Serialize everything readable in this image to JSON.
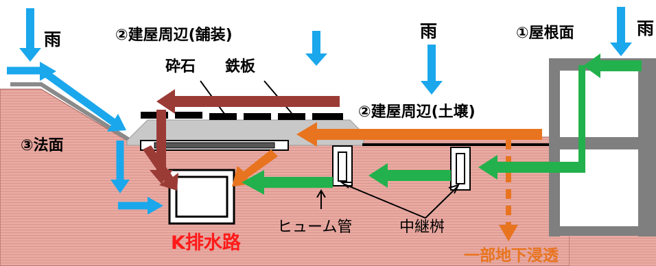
{
  "labels": {
    "rain_left": "雨",
    "rain_center": "雨",
    "rain_right": "雨",
    "roof_surface": "①屋根面",
    "building_perimeter_paved": "②建屋周辺(舗装)",
    "crushed_stone": "砕石",
    "steel_plate": "鉄板",
    "building_perimeter_soil": "②建屋周辺(土壌)",
    "slope": "③法面",
    "hume_pipe": "ヒューム管",
    "relay_basin": "中継桝",
    "k_drainage": "K排水路",
    "partial_infiltration": "一部地下浸透"
  },
  "colors": {
    "rain_flow": "#1aa7ec",
    "paved_flow": "#9b3b36",
    "soil_flow": "#e8741f",
    "roof_flow": "#22b14c",
    "k_drainage_text": "#ff1a1a",
    "infiltration_text": "#e8741f",
    "ground": "#e8a9a0",
    "building": "#7f7f7f"
  }
}
